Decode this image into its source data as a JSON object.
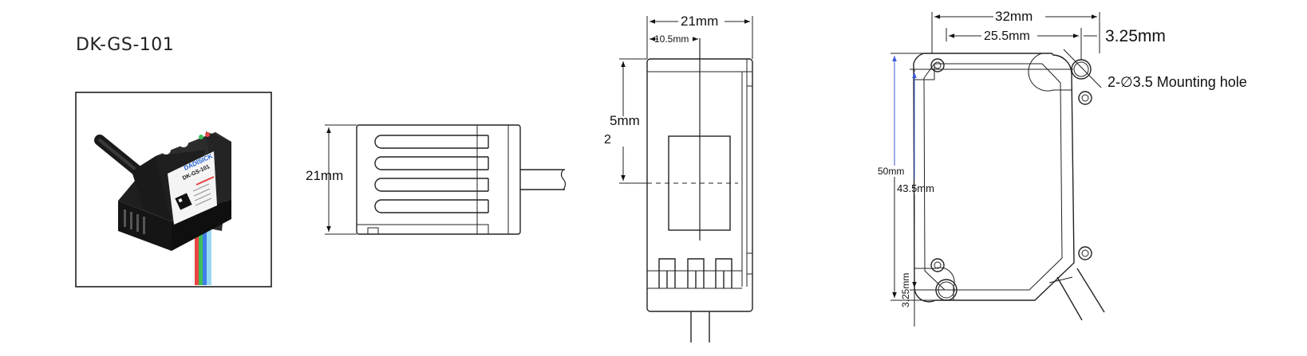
{
  "product": {
    "model": "DK-GS-101",
    "brand": "DADISICK",
    "label_model": "DK-GS-101",
    "wire_colors": [
      "#e84545",
      "#3fbf5a",
      "#3f7fe8",
      "#9ad8f2"
    ]
  },
  "views": {
    "side": {
      "height": "21mm"
    },
    "front": {
      "width": "21mm",
      "offset": "10.5mm",
      "depth": "5mm",
      "depth_suffix": "2"
    },
    "rear": {
      "width": "32mm",
      "hole_span": "25.5mm",
      "hole_offset": "3.25mm",
      "height": "50mm",
      "hole_height": "43.5mm",
      "bottom_offset": "3.25mm",
      "hole_note": "2-∅3.5  Mounting hole"
    }
  },
  "colors": {
    "line": "#111111",
    "thin": "#555555",
    "accent": "#3b5bd6"
  }
}
